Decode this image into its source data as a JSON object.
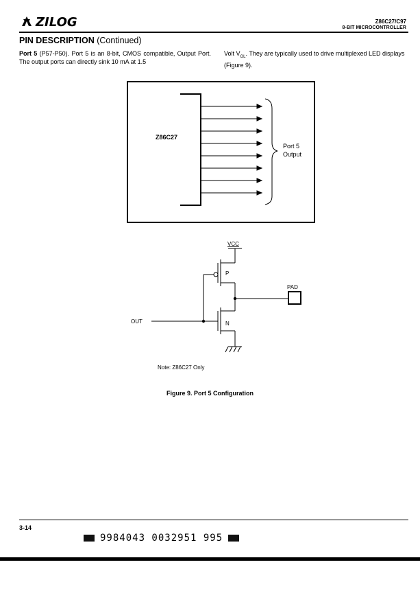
{
  "header": {
    "brand": "ZILOG",
    "part": "Z86C27/C97",
    "subtitle": "8-BIT MICROCONTROLLER"
  },
  "section": {
    "title_bold": "PIN DESCRIPTION",
    "title_rest": " (Continued)"
  },
  "body": {
    "left_bold": "Port 5",
    "left_text": " (P57-P50). Port 5 is an 8-bit, CMOS compatible, Output Port. The output ports can directly sink 10 mA at 1.5",
    "right_pre": "Volt V",
    "right_sub": "OL",
    "right_post": ". They are typically used to drive multiplexed LED displays (Figure 9)."
  },
  "figure": {
    "chip_label": "Z86C27",
    "port_label": "Port 5",
    "output_label": "Output",
    "vcc_label": "VCC",
    "p_label": "P",
    "n_label": "N",
    "pad_label": "PAD",
    "out_label": "OUT",
    "note": "Note: Z86C27 Only",
    "caption": "Figure 9.  Port 5 Configuration"
  },
  "footer": {
    "page_number": "3-14",
    "barcode_text": "9984043 0032951 995"
  }
}
